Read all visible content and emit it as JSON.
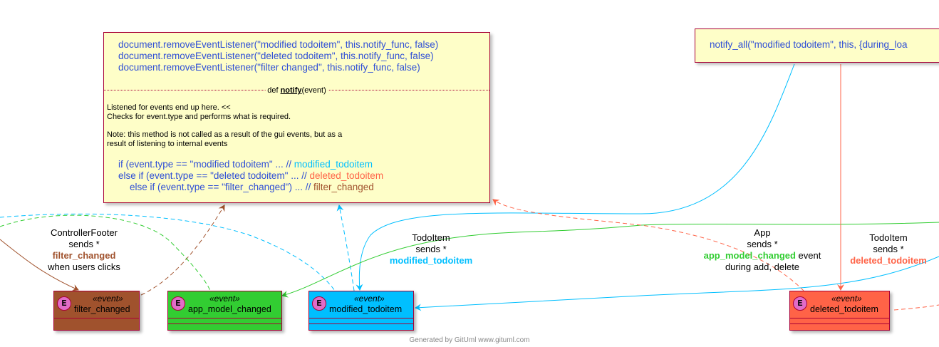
{
  "colors": {
    "note_bg": "#fefec8",
    "note_border": "#a80036",
    "code_blue": "#2f4fd6",
    "filter_changed": "#a0522d",
    "app_model_changed": "#32cd32",
    "modified_todoitem": "#00bfff",
    "deleted_todoitem": "#ff6347",
    "event_icon": "#e16cc8"
  },
  "note_left": {
    "code_lines": [
      "document.removeEventListener(\"modified todoitem\", this.notify_func, false)",
      "document.removeEventListener(\"deleted todoitem\", this.notify_func, false)",
      "document.removeEventListener(\"filter changed\", this.notify_func, false)"
    ],
    "separator_prefix": "def ",
    "separator_method": "notify",
    "separator_suffix": "(event)",
    "description_1": "Listened for events end up here. <<",
    "description_2": "Checks for event.type and performs what is required.",
    "note_1": "Note: this method is not called as a result of the gui events, but as a",
    "note_2": "result of listening to internal events",
    "cond_1_code": "if (event.type == \"modified todoitem\" ... // ",
    "cond_1_event": "modified_todoitem",
    "cond_2_code": "else if (event.type == \"deleted todoitem\" ... // ",
    "cond_2_event": "deleted_todoitem",
    "cond_3_code": "else if (event.type == \"filter_changed\") ... // ",
    "cond_3_event": "filter_changed"
  },
  "note_right": {
    "code_line": "notify_all(\"modified todoitem\", this, {during_loa"
  },
  "events": [
    {
      "stereotype": "«event»",
      "name": "filter_changed",
      "icon": "E"
    },
    {
      "stereotype": "«event»",
      "name": "app_model_changed",
      "icon": "E"
    },
    {
      "stereotype": "«event»",
      "name": "modified_todoitem",
      "icon": "E"
    },
    {
      "stereotype": "«event»",
      "name": "deleted_todoitem",
      "icon": "E"
    }
  ],
  "labels": {
    "controller_footer": {
      "line1": "ControllerFooter",
      "line2": "sends *",
      "event": "filter_changed",
      "line4": "when users clicks"
    },
    "todoitem_modified": {
      "line1": "TodoItem",
      "line2": "sends *",
      "event": "modified_todoitem"
    },
    "app": {
      "line1": "App",
      "line2": "sends *",
      "event": "app_model_changed",
      "event_suffix": " event",
      "line4": "during add, delete"
    },
    "todoitem_deleted": {
      "line1": "TodoItem",
      "line2": "sends *",
      "event": "deleted_todoitem"
    }
  },
  "footer": "Generated by GitUml www.gituml.com"
}
